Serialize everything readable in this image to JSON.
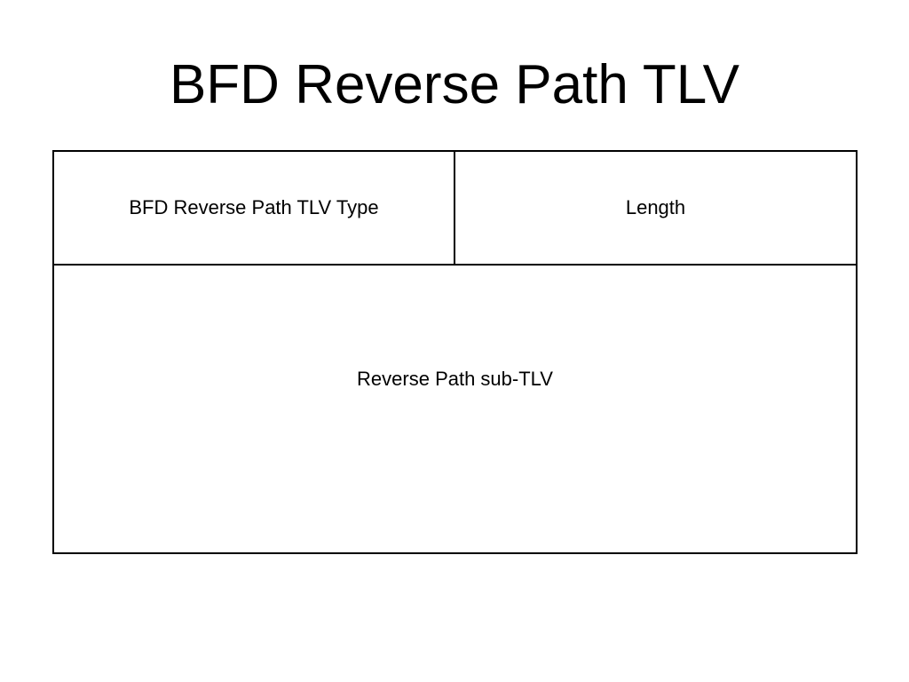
{
  "slide": {
    "title": "BFD Reverse Path TLV"
  },
  "diagram": {
    "header_fields": [
      {
        "label": "BFD Reverse Path TLV Type"
      },
      {
        "label": "Length"
      }
    ],
    "body_field": {
      "label": "Reverse Path sub-TLV"
    }
  }
}
